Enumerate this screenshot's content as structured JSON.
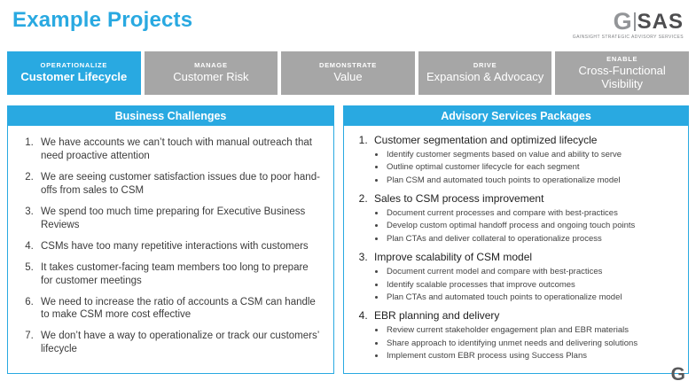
{
  "page": {
    "title": "Example Projects"
  },
  "logo": {
    "g": "G",
    "sas": "SAS",
    "caption": "GAINSIGHT STRATEGIC ADVISORY SERVICES"
  },
  "tabs": [
    {
      "eyebrow": "OPERATIONALIZE",
      "label": "Customer Lifecycle",
      "active": true
    },
    {
      "eyebrow": "MANAGE",
      "label": "Customer Risk",
      "active": false
    },
    {
      "eyebrow": "DEMONSTRATE",
      "label": "Value",
      "active": false
    },
    {
      "eyebrow": "DRIVE",
      "label": "Expansion & Advocacy",
      "active": false
    },
    {
      "eyebrow": "ENABLE",
      "label": "Cross-Functional Visibility",
      "active": false
    }
  ],
  "left_panel": {
    "header": "Business Challenges",
    "items": [
      "We have accounts we can’t touch with manual outreach that need proactive attention",
      "We are seeing customer satisfaction issues due to poor hand-offs from sales to CSM",
      "We spend too much time preparing for Executive Business Reviews",
      "CSMs have too many repetitive interactions with customers",
      "It takes customer-facing team members too long to prepare for customer meetings",
      "We need to increase the ratio of accounts a CSM can handle to make CSM more cost effective",
      "We don’t have a way to operationalize or track our customers’ lifecycle"
    ]
  },
  "right_panel": {
    "header": "Advisory Services Packages",
    "items": [
      {
        "title": "Customer segmentation and optimized lifecycle",
        "bullets": [
          "Identify customer segments based on value and ability to serve",
          "Outline optimal customer lifecycle for each segment",
          "Plan CSM and automated touch points to operationalize model"
        ]
      },
      {
        "title": "Sales to CSM process improvement",
        "bullets": [
          "Document current processes and compare with best-practices",
          "Develop custom optimal handoff process and ongoing touch points",
          "Plan CTAs and deliver collateral to operationalize process"
        ]
      },
      {
        "title": "Improve scalability of CSM model",
        "bullets": [
          "Document current model and compare with best-practices",
          "Identify scalable processes that improve outcomes",
          "Plan CTAs and automated touch points to operationalize model"
        ]
      },
      {
        "title": "EBR planning and delivery",
        "bullets": [
          "Review current stakeholder engagement plan and EBR materials",
          "Share approach to identifying unmet needs and delivering solutions",
          "Implement custom EBR process using Success Plans"
        ]
      }
    ]
  },
  "footer": {
    "logo": "G"
  },
  "colors": {
    "accent": "#29A9E1",
    "inactive_tab": "#A6A6A6",
    "logo_gray": "#939598"
  }
}
